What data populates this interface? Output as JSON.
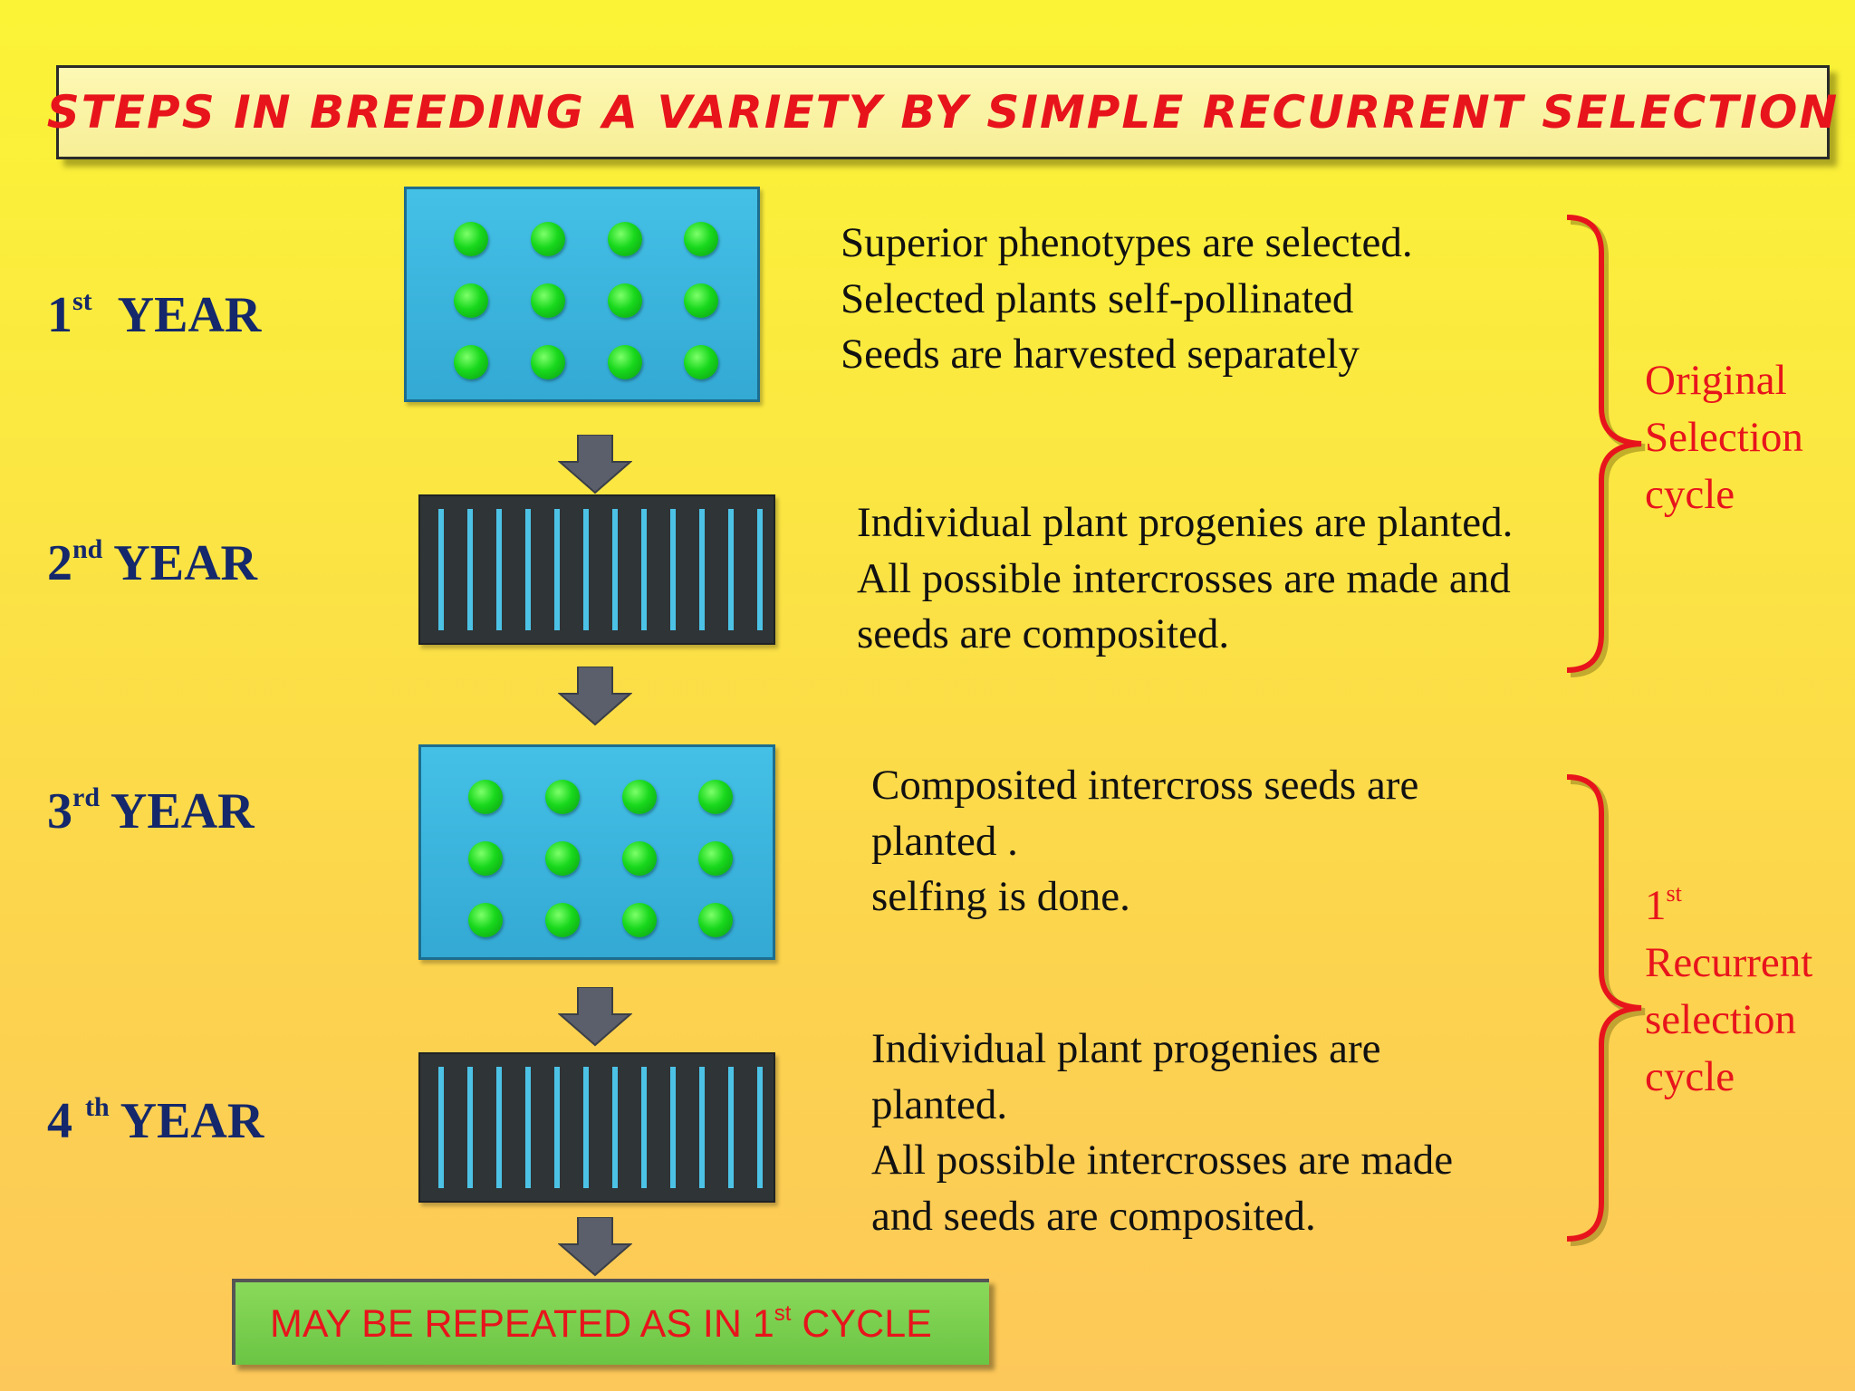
{
  "title": "STEPS IN BREEDING A VARIETY BY SIMPLE RECURRENT SELECTION",
  "years": [
    {
      "num": "1",
      "suffix": "st",
      "word": "YEAR"
    },
    {
      "num": "2",
      "suffix": "nd",
      "word": "YEAR"
    },
    {
      "num": "3",
      "suffix": "rd",
      "word": "YEAR"
    },
    {
      "num": "4 ",
      "suffix": "th",
      "word": "YEAR"
    }
  ],
  "steps": [
    {
      "lines": [
        "Superior phenotypes are selected.",
        "Selected plants self-pollinated",
        "Seeds are harvested separately"
      ]
    },
    {
      "lines": [
        "Individual plant progenies are planted.",
        "All possible intercrosses are made and",
        "seeds are composited."
      ]
    },
    {
      "lines": [
        "Composited intercross seeds are",
        "planted .",
        "selfing is done."
      ]
    },
    {
      "lines": [
        "Individual plant progenies are",
        "planted.",
        "All possible intercrosses are made",
        "and seeds are composited."
      ]
    }
  ],
  "cycles": {
    "original": [
      "Original",
      "Selection",
      "cycle"
    ],
    "recurrent": {
      "num": "1",
      "suffix": "st",
      "lines": [
        "Recurrent",
        "selection",
        "cycle"
      ]
    }
  },
  "footer": {
    "before": "MAY BE REPEATED AS IN  1",
    "suffix": "st",
    "after": " CYCLE"
  },
  "colors": {
    "title_red": "#e8141c",
    "year_navy": "#14286b",
    "bracket_red": "#e8141c",
    "footer_green": "#7ccf4f",
    "field_blue": "#3db5de",
    "plant_green": "#18d81c"
  }
}
